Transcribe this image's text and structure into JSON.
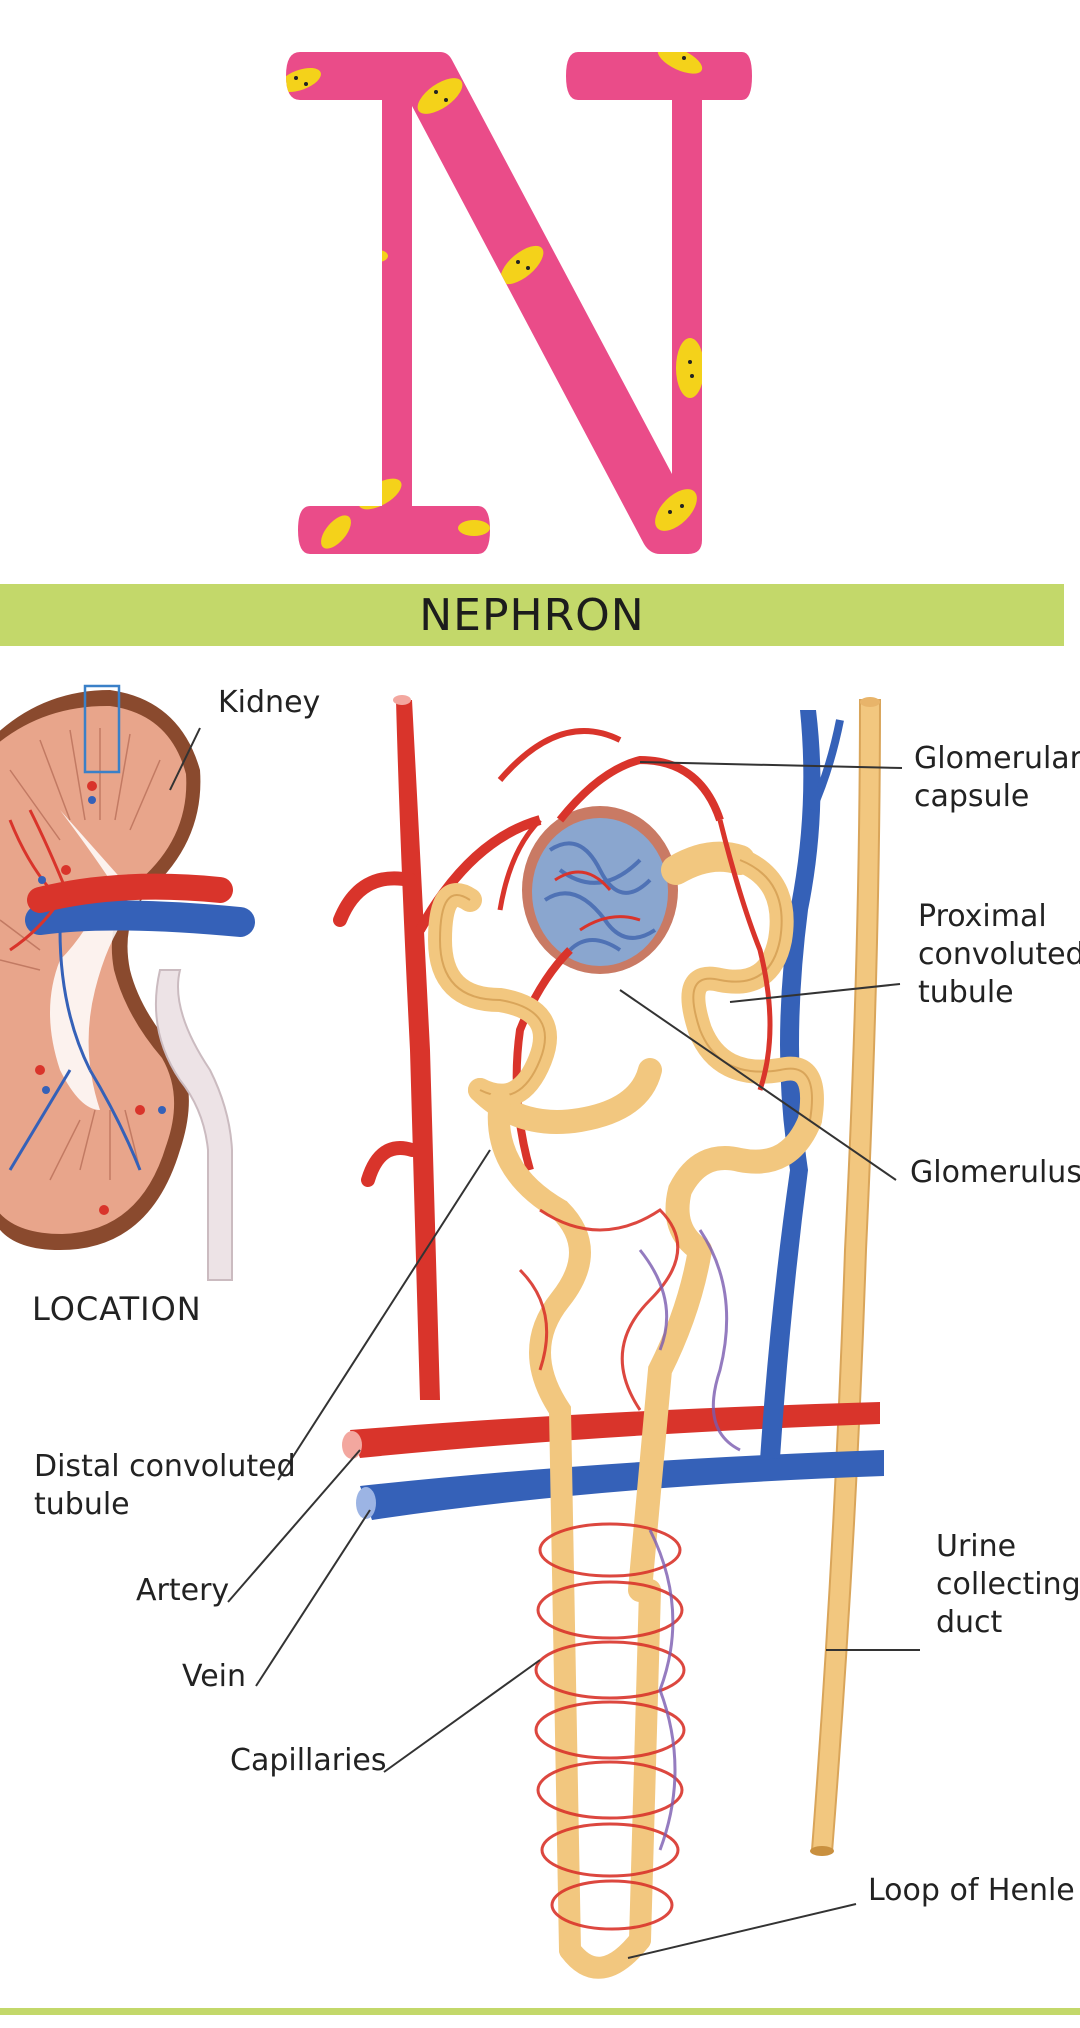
{
  "title": "NEPHRON",
  "header_letter": "N",
  "colors": {
    "letter_fill": "#ea4c89",
    "letter_pattern": "#f4d21a",
    "title_bar": "#c3d86a",
    "artery": "#d9342b",
    "vein": "#3561b8",
    "tubule": "#f2c77f",
    "kidney_cortex": "#e8a58b",
    "kidney_capsule": "#8a4a2e"
  },
  "labels": {
    "kidney": "Kidney",
    "location": "LOCATION",
    "glomerular_capsule": "Glomerular\ncapsule",
    "proximal_tubule": "Proximal\nconvoluted\ntubule",
    "glomerulus": "Glomerulus",
    "distal_tubule": "Distal convoluted\ntubule",
    "artery": "Artery",
    "vein": "Vein",
    "capillaries": "Capillaries",
    "collecting_duct": "Urine\ncollecting\nduct",
    "loop_of_henle": "Loop of Henle"
  }
}
